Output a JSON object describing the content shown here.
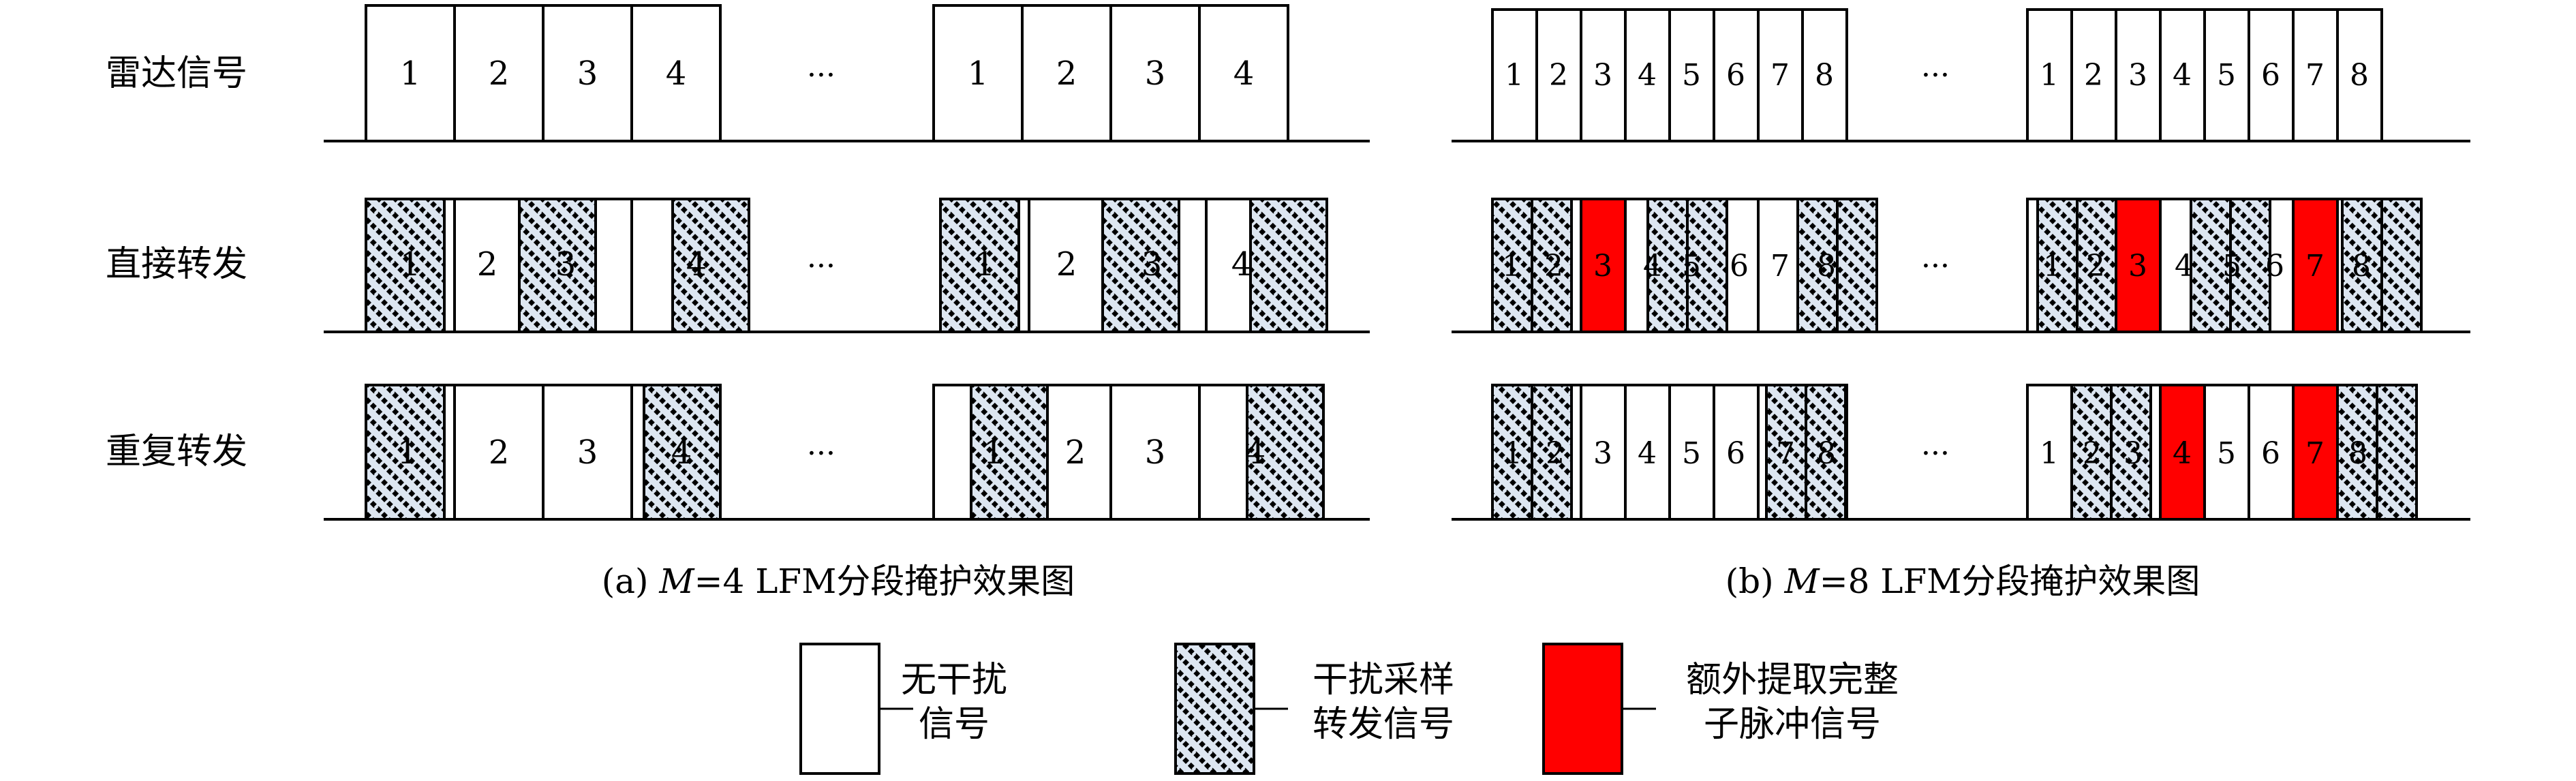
{
  "row_labels": {
    "radar": "雷达信号",
    "direct": "直接转发",
    "repeat": "重复转发"
  },
  "ellipsis": "···",
  "captions": {
    "a": {
      "prefix": "(a) ",
      "m": "M",
      "rest": "=4 LFM分段掩护效果图"
    },
    "b": {
      "prefix": "(b) ",
      "m": "M",
      "rest": "=8 LFM分段掩护效果图"
    }
  },
  "legend": {
    "clean_line1": "无干扰",
    "clean_line2": "信号",
    "jam_line1": "干扰采样",
    "jam_line2": "转发信号",
    "extra_line1": "额外提取完整",
    "extra_line2": "子脉冲信号"
  },
  "colors": {
    "stroke": "#000000",
    "hatch_fill": "#dde6f1",
    "extra_fill": "#ff0000",
    "clean_fill": "#ffffff"
  },
  "panel_a": {
    "segments": 4,
    "radar": [
      "1",
      "2",
      "3",
      "4",
      "1",
      "2",
      "3",
      "4"
    ],
    "direct": [
      "1",
      "2",
      "3",
      "4",
      "1",
      "2",
      "3",
      "4"
    ],
    "repeat": [
      "1",
      "2",
      "3",
      "4",
      "1",
      "2",
      "3",
      "4"
    ]
  },
  "panel_b": {
    "segments": 8,
    "radar": [
      "1",
      "2",
      "3",
      "4",
      "5",
      "6",
      "7",
      "8",
      "1",
      "2",
      "3",
      "4",
      "5",
      "6",
      "7",
      "8"
    ],
    "direct": [
      "1",
      "2",
      "3",
      "4",
      "5",
      "6",
      "7",
      "8",
      "1",
      "2",
      "3",
      "4",
      "5",
      "6",
      "7",
      "8"
    ],
    "repeat": [
      "1",
      "2",
      "3",
      "4",
      "5",
      "6",
      "7",
      "8",
      "1",
      "2",
      "3",
      "4",
      "5",
      "6",
      "7",
      "8"
    ]
  }
}
